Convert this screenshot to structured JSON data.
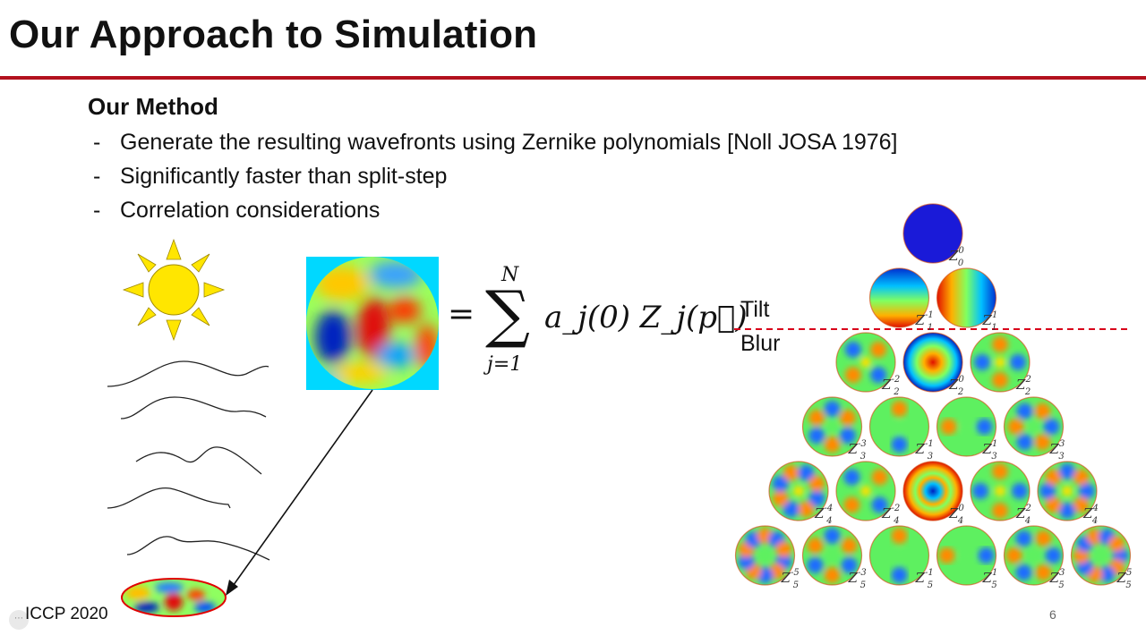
{
  "slide": {
    "title": "Our Approach to Simulation",
    "heading": "Our Method",
    "bullets": [
      {
        "dash": "-",
        "text": "Generate the resulting wavefronts using Zernike polynomials [Noll JOSA 1976]"
      },
      {
        "dash": "-",
        "text": "Significantly faster than split-step"
      },
      {
        "dash": "-",
        "text": "Correlation considerations"
      }
    ],
    "equation": {
      "upper": "N",
      "sum": "∑",
      "lower": "j=1",
      "rhs": "a_j(0) Z_j(p⃗)",
      "eq": "="
    },
    "labels": {
      "tilt": "Tilt",
      "blur": "Blur"
    },
    "footer": "ICCP 2020",
    "page_number": "6",
    "accent_color": "#b3121e",
    "icons": [
      "sun-icon",
      "wave-icon",
      "arrow-icon",
      "more-icon"
    ]
  }
}
